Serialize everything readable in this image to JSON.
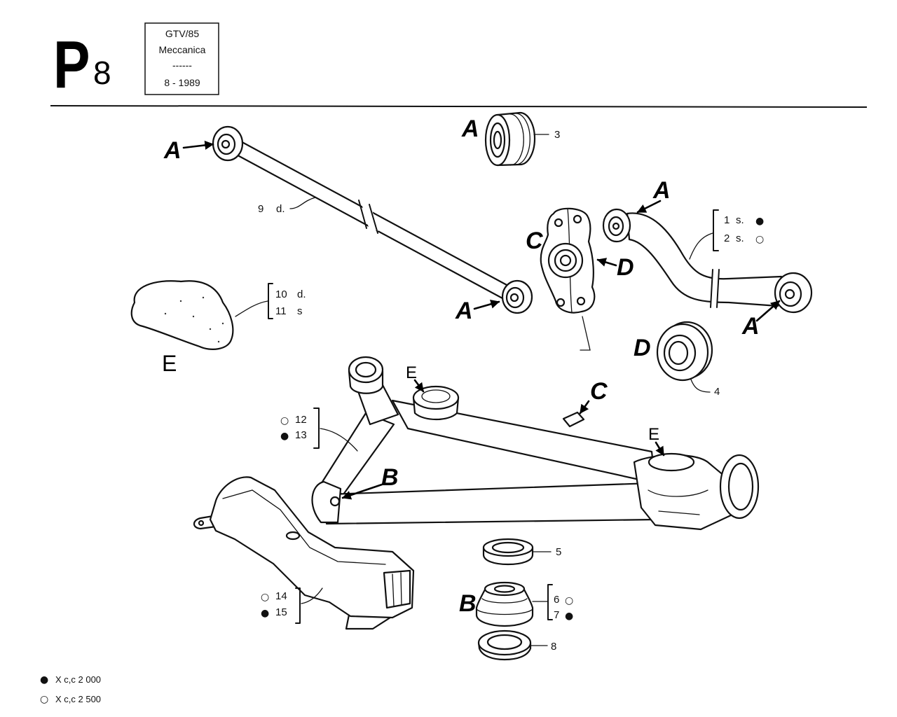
{
  "header": {
    "letter": "P",
    "number": "8",
    "model": "GTV/85",
    "section": "Meccanica",
    "separator": "------",
    "date": "8 - 1989"
  },
  "parts": {
    "rear_arm": {
      "ref": "9",
      "side": "d.",
      "callout_top": "A",
      "callout_bottom": "A"
    },
    "bushing": {
      "ref": "3",
      "callout": "A"
    },
    "mounting_plate": {
      "callout_left": "C",
      "callout_right": "D"
    },
    "reaction_arm": {
      "callout_top": "A",
      "callout_bottom": "A",
      "variants": [
        {
          "ref": "1",
          "side": "s.",
          "symbol": "●"
        },
        {
          "ref": "2",
          "side": "s.",
          "symbol": "○"
        }
      ]
    },
    "bump_stop": {
      "callout": "E",
      "variants": [
        {
          "ref": "10",
          "side": "d."
        },
        {
          "ref": "11",
          "side": "s"
        }
      ]
    },
    "bearing": {
      "ref": "4",
      "callout": "D"
    },
    "axle": {
      "callout_e_left": "E",
      "callout_e_right": "E",
      "callout_c": "C",
      "callout_b": "B",
      "variants": [
        {
          "ref": "12",
          "symbol": "○"
        },
        {
          "ref": "13",
          "symbol": "●"
        }
      ]
    },
    "crossmember": {
      "variants": [
        {
          "ref": "14",
          "symbol": "○"
        },
        {
          "ref": "15",
          "symbol": "●"
        }
      ]
    },
    "ring_upper": {
      "ref": "5"
    },
    "mount": {
      "callout": "B",
      "variants": [
        {
          "ref": "6",
          "symbol": "○"
        },
        {
          "ref": "7",
          "symbol": "●"
        }
      ]
    },
    "ring_lower": {
      "ref": "8"
    }
  },
  "legend": [
    {
      "symbol": "●",
      "text": "X c,c 2 000"
    },
    {
      "symbol": "○",
      "text": "X c,c 2 500"
    }
  ]
}
